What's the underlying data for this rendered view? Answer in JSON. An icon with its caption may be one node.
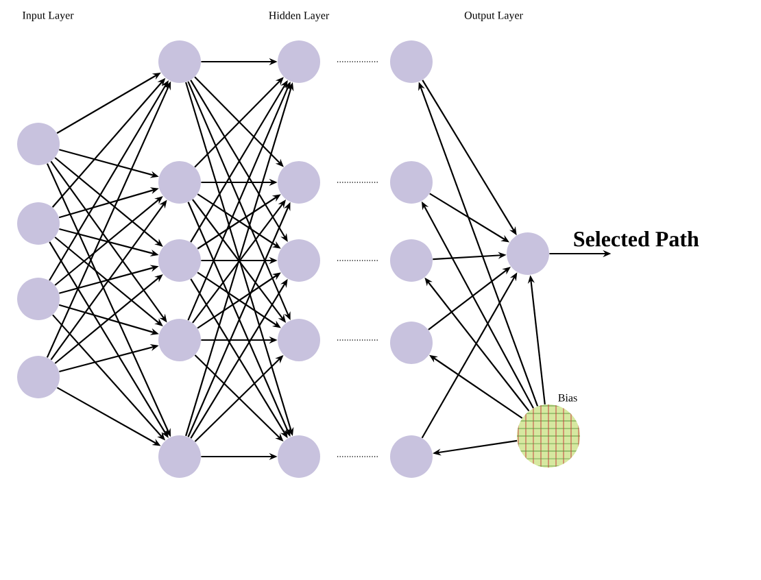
{
  "diagram": {
    "nodes": [
      {
        "text": [],
        "shape": "circle"
      },
      {
        "text": [],
        "shape": "circle"
      },
      {
        "text": [],
        "shape": "circle"
      },
      {
        "text": [],
        "shape": "circle"
      },
      {
        "text": [],
        "shape": "circle"
      },
      {
        "text": [],
        "shape": "circle"
      },
      {
        "text": [],
        "shape": "circle"
      },
      {
        "text": [],
        "shape": "circle"
      },
      {
        "text": [],
        "shape": "circle"
      },
      {
        "text": [],
        "shape": "circle"
      },
      {
        "text": [],
        "shape": "circle"
      },
      {
        "text": [],
        "shape": "circle"
      },
      {
        "text": [],
        "shape": "circle"
      },
      {
        "text": [],
        "shape": "circle"
      },
      {
        "text": [],
        "shape": "circle"
      },
      {
        "text": [],
        "shape": "circle"
      },
      {
        "text": [],
        "shape": "circle"
      },
      {
        "text": [],
        "shape": "circle"
      },
      {
        "text": [],
        "shape": "circle"
      },
      {
        "text": [],
        "shape": "circle"
      },
      {
        "text": [],
        "shape": "circle",
        "beside": [
          "Bias"
        ]
      }
    ],
    "edges": [
      {
        "from": 0,
        "to": 4,
        "arrow": "to"
      },
      {
        "from": 0,
        "to": 5,
        "arrow": "to"
      },
      {
        "from": 0,
        "to": 6,
        "arrow": "to"
      },
      {
        "from": 0,
        "to": 7,
        "arrow": "to"
      },
      {
        "from": 0,
        "to": 8,
        "arrow": "to"
      },
      {
        "from": 1,
        "to": 4,
        "arrow": "to"
      },
      {
        "from": 1,
        "to": 5,
        "arrow": "to"
      },
      {
        "from": 1,
        "to": 6,
        "arrow": "to"
      },
      {
        "from": 1,
        "to": 7,
        "arrow": "to"
      },
      {
        "from": 1,
        "to": 8,
        "arrow": "to"
      },
      {
        "from": 2,
        "to": 4,
        "arrow": "to"
      },
      {
        "from": 2,
        "to": 5,
        "arrow": "to"
      },
      {
        "from": 2,
        "to": 6,
        "arrow": "to"
      },
      {
        "from": 2,
        "to": 7,
        "arrow": "to"
      },
      {
        "from": 2,
        "to": 8,
        "arrow": "to"
      },
      {
        "from": 3,
        "to": 4,
        "arrow": "to"
      },
      {
        "from": 3,
        "to": 5,
        "arrow": "to"
      },
      {
        "from": 3,
        "to": 6,
        "arrow": "to"
      },
      {
        "from": 3,
        "to": 7,
        "arrow": "to"
      },
      {
        "from": 3,
        "to": 8,
        "arrow": "to"
      },
      {
        "from": 4,
        "to": 9,
        "arrow": "to"
      },
      {
        "from": 4,
        "to": 10,
        "arrow": "to"
      },
      {
        "from": 4,
        "to": 11,
        "arrow": "to"
      },
      {
        "from": 4,
        "to": 12,
        "arrow": "to"
      },
      {
        "from": 4,
        "to": 13,
        "arrow": "to"
      },
      {
        "from": 5,
        "to": 9,
        "arrow": "to"
      },
      {
        "from": 5,
        "to": 10,
        "arrow": "to"
      },
      {
        "from": 5,
        "to": 11,
        "arrow": "to"
      },
      {
        "from": 5,
        "to": 12,
        "arrow": "to"
      },
      {
        "from": 5,
        "to": 13,
        "arrow": "to"
      },
      {
        "from": 6,
        "to": 9,
        "arrow": "to"
      },
      {
        "from": 6,
        "to": 10,
        "arrow": "to"
      },
      {
        "from": 6,
        "to": 11,
        "arrow": "to"
      },
      {
        "from": 6,
        "to": 12,
        "arrow": "to"
      },
      {
        "from": 6,
        "to": 13,
        "arrow": "to"
      },
      {
        "from": 7,
        "to": 9,
        "arrow": "to"
      },
      {
        "from": 7,
        "to": 10,
        "arrow": "to"
      },
      {
        "from": 7,
        "to": 11,
        "arrow": "to"
      },
      {
        "from": 7,
        "to": 12,
        "arrow": "to"
      },
      {
        "from": 7,
        "to": 13,
        "arrow": "to"
      },
      {
        "from": 8,
        "to": 9,
        "arrow": "to"
      },
      {
        "from": 8,
        "to": 10,
        "arrow": "to"
      },
      {
        "from": 8,
        "to": 11,
        "arrow": "to"
      },
      {
        "from": 8,
        "to": 12,
        "arrow": "to"
      },
      {
        "from": 8,
        "to": 13,
        "arrow": "to"
      },
      {
        "from": 14,
        "to": 19,
        "arrow": "to"
      },
      {
        "from": 15,
        "to": 19,
        "arrow": "to"
      },
      {
        "from": 16,
        "to": 19,
        "arrow": "to"
      },
      {
        "from": 17,
        "to": 19,
        "arrow": "to"
      },
      {
        "from": 18,
        "to": 19,
        "arrow": "to"
      },
      {
        "from": 20,
        "to": 14,
        "arrow": "to"
      },
      {
        "from": 20,
        "to": 15,
        "arrow": "to"
      },
      {
        "from": 20,
        "to": 16,
        "arrow": "to"
      },
      {
        "from": 20,
        "to": 17,
        "arrow": "to"
      },
      {
        "from": 20,
        "to": 18,
        "arrow": "to"
      },
      {
        "from": 20,
        "to": 19,
        "arrow": "to"
      },
      {
        "from": 19,
        "to": null,
        "arrow": "to",
        "label": "Selected Path"
      }
    ],
    "labels": [
      "Input Layer",
      "Hidden Layer",
      "Output Layer"
    ]
  }
}
